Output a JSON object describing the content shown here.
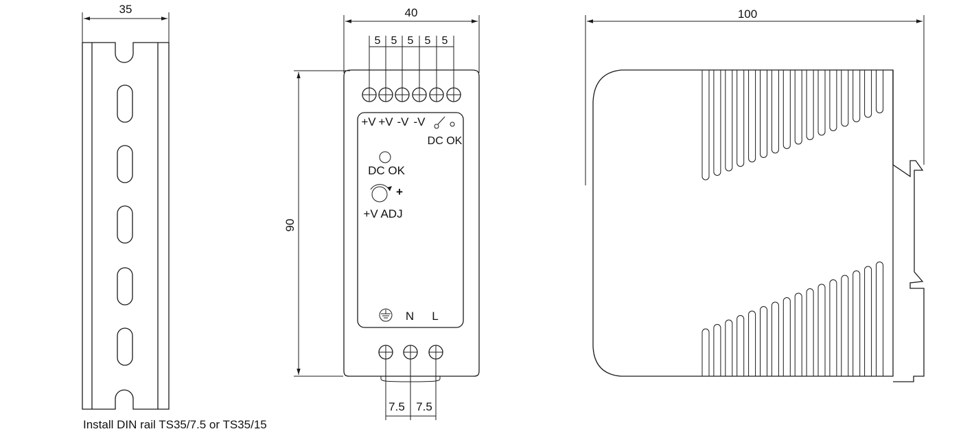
{
  "rail": {
    "width_label": "35",
    "caption": "Install DIN rail TS35/7.5 or TS35/15"
  },
  "front": {
    "width_label": "40",
    "height_label": "90",
    "pitch_labels": [
      "5",
      "5",
      "5",
      "5",
      "5"
    ],
    "terminal_labels": [
      "+V",
      "+V",
      "-V",
      "-V"
    ],
    "relay_label": "DC OK",
    "led_label": "DC OK",
    "adj_plus": "+",
    "adj_label": "+V ADJ",
    "input_labels": [
      "N",
      "L"
    ],
    "ground_icon": "ground-symbol-icon",
    "bottom_pitch_labels": [
      "7.5",
      "7.5"
    ]
  },
  "side": {
    "width_label": "100"
  }
}
